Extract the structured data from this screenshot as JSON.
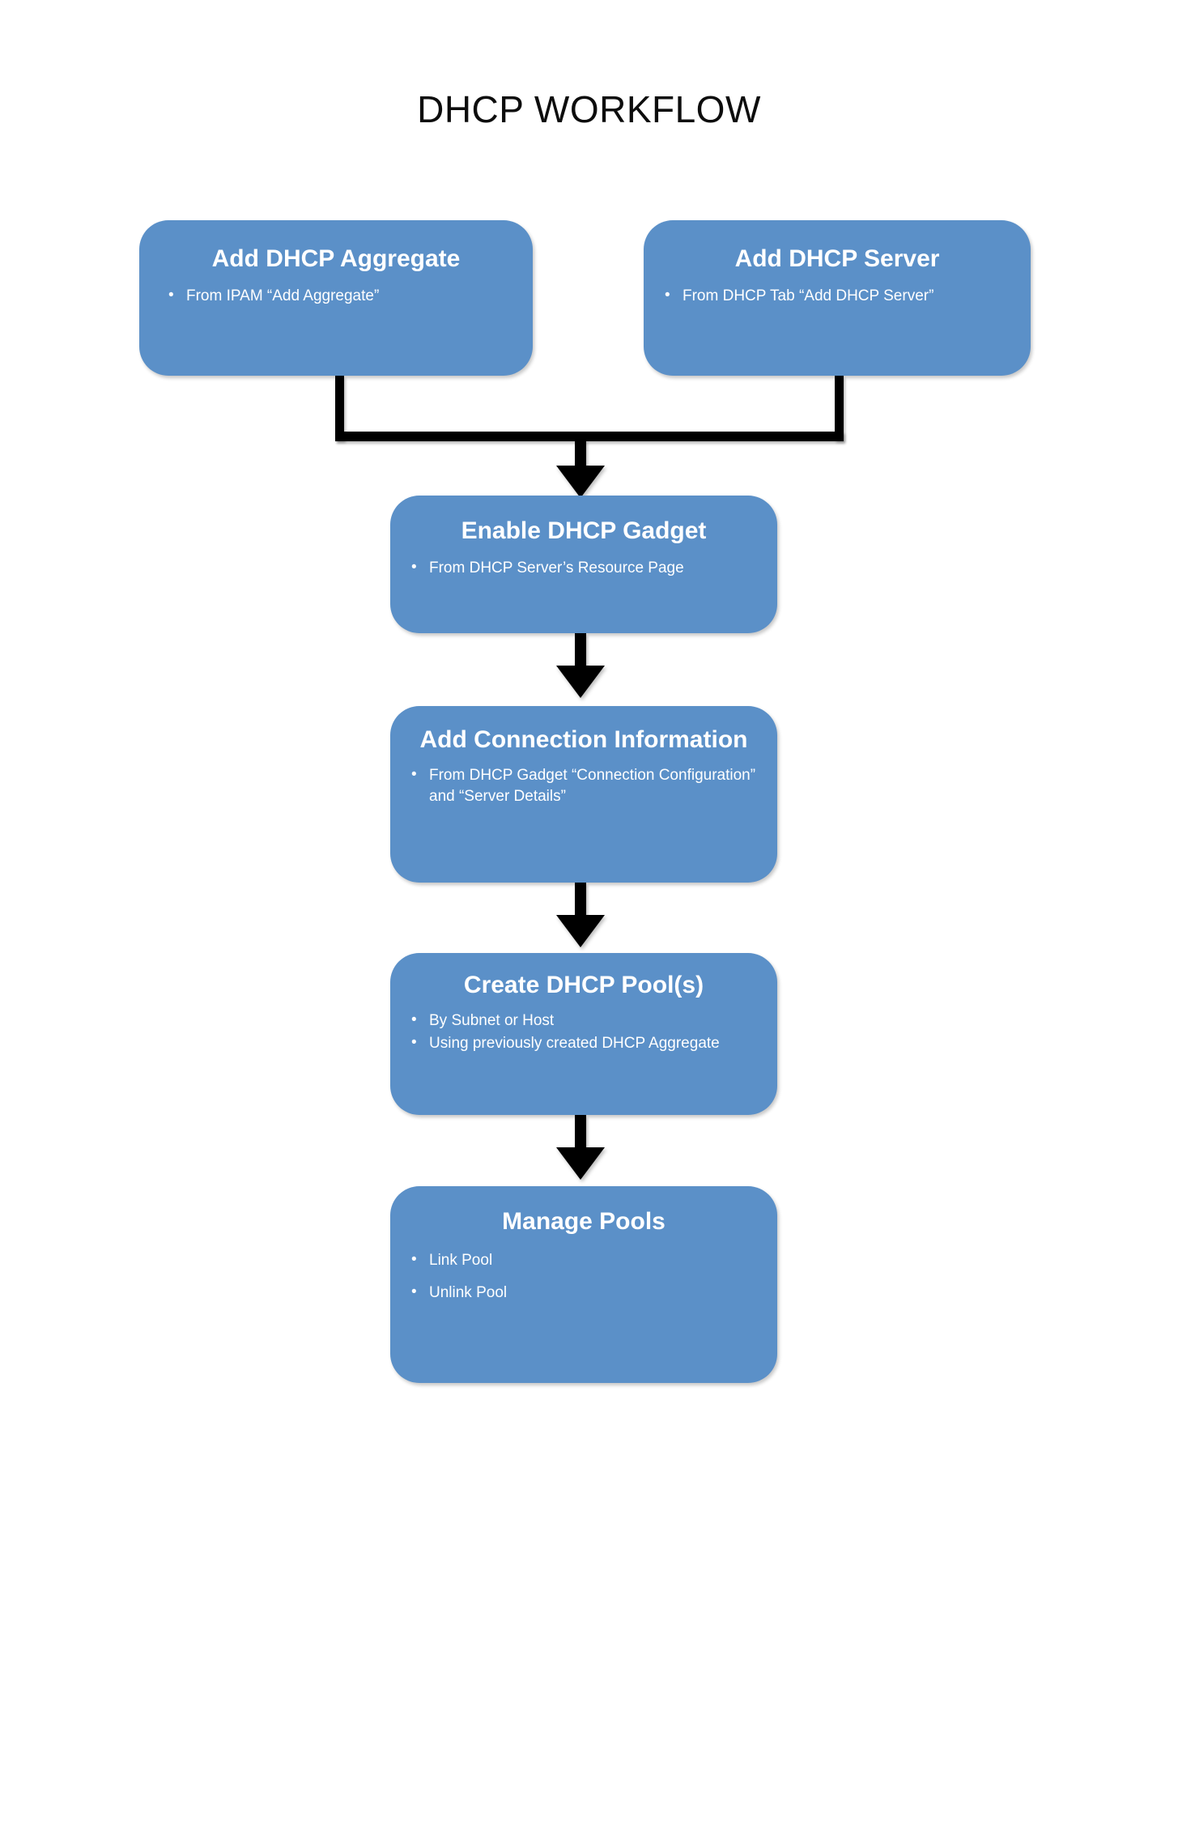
{
  "diagram": {
    "title": "DHCP WORKFLOW",
    "accent_color": "#5B90C8",
    "connector_color": "#000000",
    "text_color": "#FFFFFF",
    "background_color": "#FFFFFF",
    "type": "flowchart",
    "nodes": [
      {
        "id": "add-dhcp-aggregate",
        "title": "Add DHCP Aggregate",
        "bullets": [
          "From  IPAM “Add Aggregate”"
        ]
      },
      {
        "id": "add-dhcp-server",
        "title": "Add DHCP Server",
        "bullets": [
          "From  DHCP Tab “Add DHCP Server”"
        ]
      },
      {
        "id": "enable-dhcp-gadget",
        "title": "Enable DHCP Gadget",
        "bullets": [
          "From  DHCP Server’s Resource Page"
        ]
      },
      {
        "id": "add-connection-information",
        "title": "Add Connection Information",
        "bullets": [
          "From  DHCP Gadget “Connection Configuration” and “Server Details”"
        ]
      },
      {
        "id": "create-dhcp-pools",
        "title": "Create DHCP Pool(s)",
        "bullets": [
          "By Subnet or Host",
          "Using previously created DHCP Aggregate"
        ]
      },
      {
        "id": "manage-pools",
        "title": "Manage Pools",
        "bullets": [
          "Link Pool",
          "Unlink Pool"
        ]
      }
    ],
    "edges": [
      {
        "from": "add-dhcp-aggregate",
        "to": "enable-dhcp-gadget",
        "style": "elbow-merge-arrow"
      },
      {
        "from": "add-dhcp-server",
        "to": "enable-dhcp-gadget",
        "style": "elbow-merge-arrow"
      },
      {
        "from": "enable-dhcp-gadget",
        "to": "add-connection-information",
        "style": "straight-arrow"
      },
      {
        "from": "add-connection-information",
        "to": "create-dhcp-pools",
        "style": "straight-arrow"
      },
      {
        "from": "create-dhcp-pools",
        "to": "manage-pools",
        "style": "straight-arrow"
      }
    ]
  }
}
